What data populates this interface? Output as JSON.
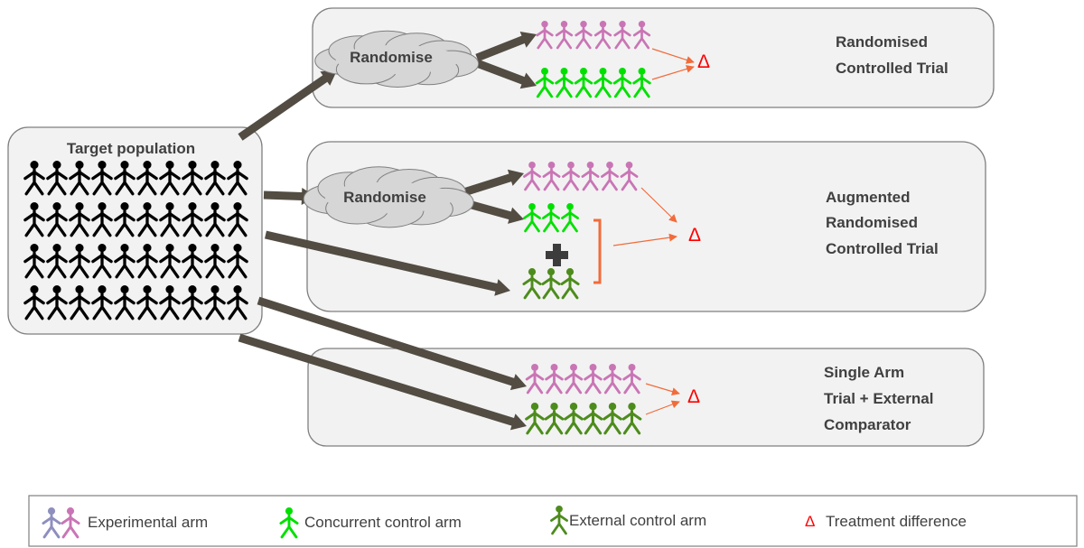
{
  "target_population": {
    "label": "Target population",
    "figure_color": "#000000"
  },
  "trials": {
    "rct": {
      "label_lines": [
        "Randomised",
        "Controlled  Trial"
      ],
      "randomise_label": "Randomise",
      "delta": "Δ"
    },
    "augmented": {
      "label_lines": [
        "Augmented",
        "Randomised",
        "Controlled  Trial"
      ],
      "randomise_label": "Randomise",
      "delta": "Δ"
    },
    "single_arm": {
      "label_lines": [
        "Single Arm",
        "Trial + External",
        "Comparator"
      ],
      "delta": "Δ"
    }
  },
  "colors": {
    "experimental": "#c975b5",
    "experimental_alt": "#8e8fbf",
    "concurrent_control": "#00e000",
    "external_control": "#4d8c1c",
    "arrow": "#524c42",
    "delta": "#ff0000",
    "bracket": "#f26b3a"
  },
  "legend": {
    "experimental": "Experimental arm",
    "concurrent": "Concurrent control arm",
    "external": "External control arm",
    "delta_symbol": "Δ",
    "treatment": "Treatment  difference"
  }
}
